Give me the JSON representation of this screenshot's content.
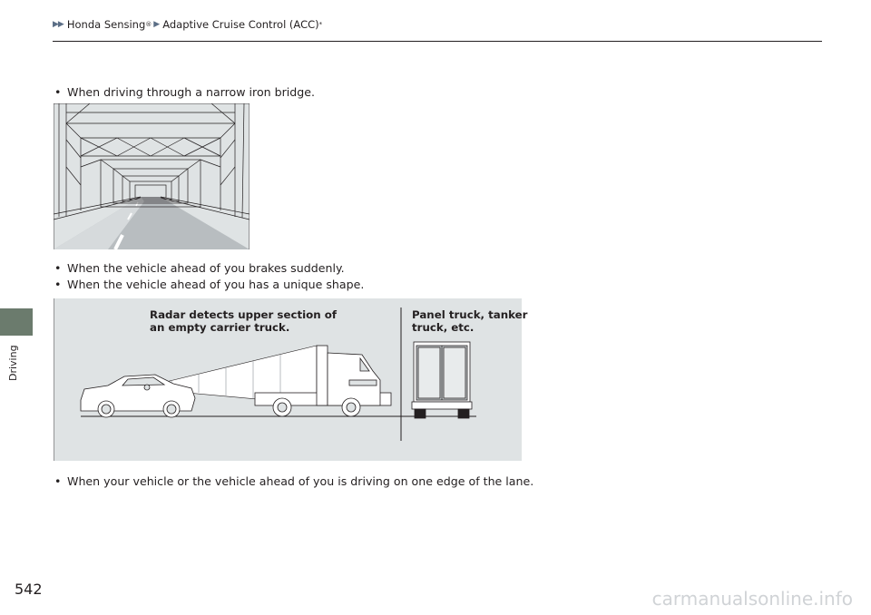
{
  "header": {
    "crumb1": "Honda Sensing",
    "reg": "®",
    "crumb2": "Adaptive Cruise Control (ACC)",
    "asterisk": "*"
  },
  "side_label": "Driving",
  "bullets": [
    "When driving through a narrow iron bridge.",
    "When the vehicle ahead of you brakes suddenly.",
    "When the vehicle ahead of you has a unique shape.",
    "When your vehicle or the vehicle ahead of you is driving on one edge of the lane."
  ],
  "figure2": {
    "caption_left": [
      "Radar detects upper section of",
      "an empty carrier truck."
    ],
    "caption_right": [
      "Panel truck, tanker",
      "truck, etc."
    ]
  },
  "page_number": "542",
  "watermark": "carmanualsonline.info",
  "colors": {
    "side_tab": "#6b7b6d",
    "figure_bg": "#dfe3e4",
    "header_arrow": "#5b6e86"
  }
}
